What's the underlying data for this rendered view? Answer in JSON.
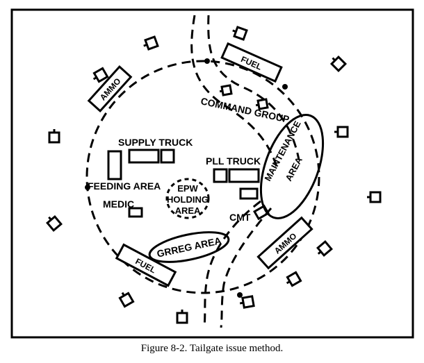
{
  "figure": {
    "caption": "Figure 8-2.  Tailgate issue method."
  },
  "labels": {
    "ammo_top": "AMMO",
    "fuel_top": "FUEL",
    "command_group": "COMMAND GROUP",
    "maintenance": "MAINTENANCE",
    "maintenance_area": "AREA",
    "supply_truck": "SUPPLY TRUCK",
    "pll_truck": "PLL TRUCK",
    "feeding_area": "FEEDING AREA",
    "epw": "EPW",
    "holding": "HOLDING",
    "holding_area": "AREA",
    "medic": "MEDIC",
    "cmt": "CMT",
    "grreg_area": "GRREG AREA",
    "fuel_bottom": "FUEL",
    "ammo_bottom": "AMMO"
  },
  "icons": {
    "perimeter_vehicle": "vehicle-icon",
    "direction_marker": "arrow-dot-icon"
  },
  "colors": {
    "ink": "#000000",
    "background": "#ffffff"
  }
}
